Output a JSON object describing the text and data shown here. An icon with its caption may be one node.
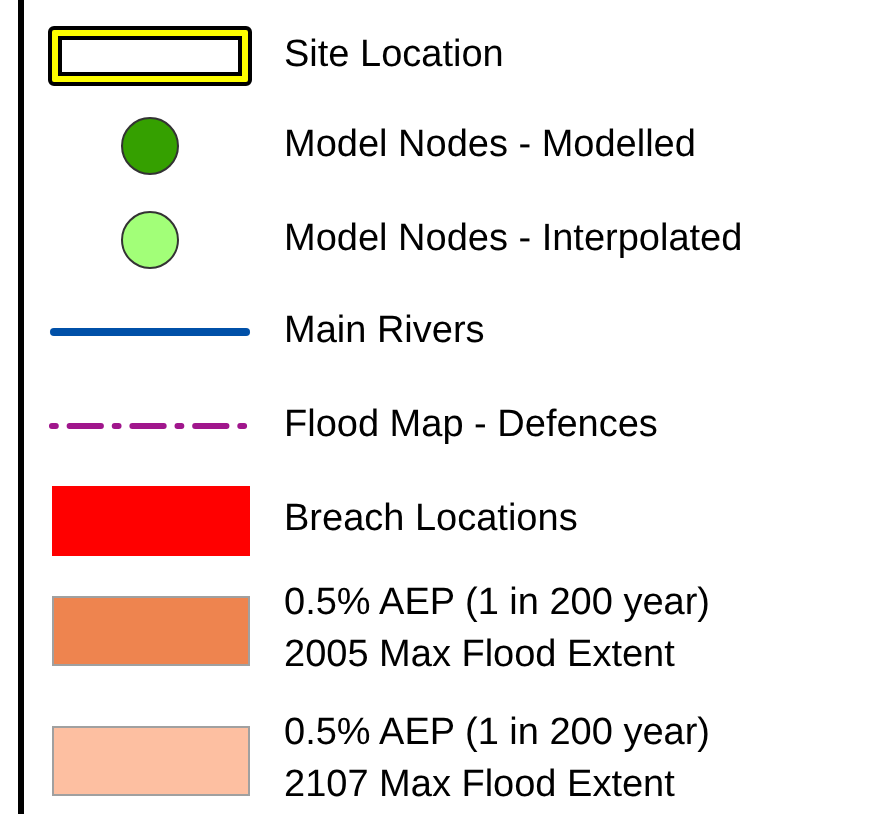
{
  "diagram": {
    "legend": [
      {
        "text": "Site Location"
      },
      {
        "text": "Model Nodes - Modelled"
      },
      {
        "text": "Model Nodes - Interpolated"
      },
      {
        "text": "Main Rivers"
      },
      {
        "text": "Flood Map - Defences"
      },
      {
        "text": "Breach Locations",
        "color": "#ff0000"
      },
      {
        "text": "0.5% AEP (1 in 200 year) 2005 Max Flood Extent",
        "color": "#ee844f"
      },
      {
        "text": "0.5% AEP (1 in 200 year) 2107 Max Flood Extent",
        "color": "#fdbfa1"
      }
    ]
  }
}
